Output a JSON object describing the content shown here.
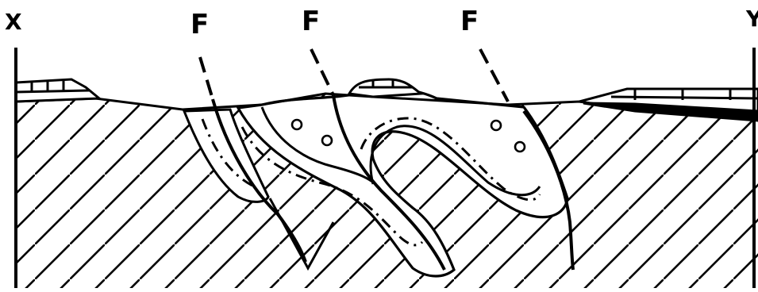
{
  "section": {
    "end_left_label": "X",
    "end_right_label": "Y",
    "fault_labels": [
      "F",
      "F",
      "F"
    ]
  },
  "colors": {
    "ink": "#000000",
    "background": "#ffffff"
  }
}
